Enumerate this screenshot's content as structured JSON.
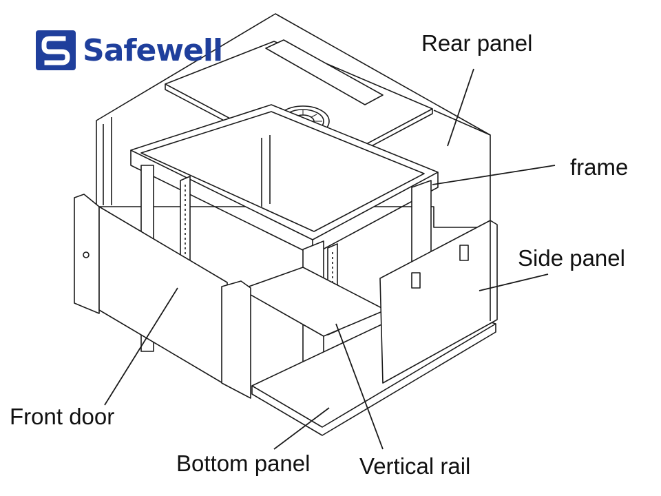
{
  "brand": {
    "name": "Safewell",
    "color": "#1f3f9c"
  },
  "labels": {
    "rear_panel": "Rear panel",
    "frame": "frame",
    "side_panel": "Side panel",
    "front_door": "Front door",
    "bottom_panel": "Bottom panel",
    "vertical_rail": "Vertical rail"
  }
}
